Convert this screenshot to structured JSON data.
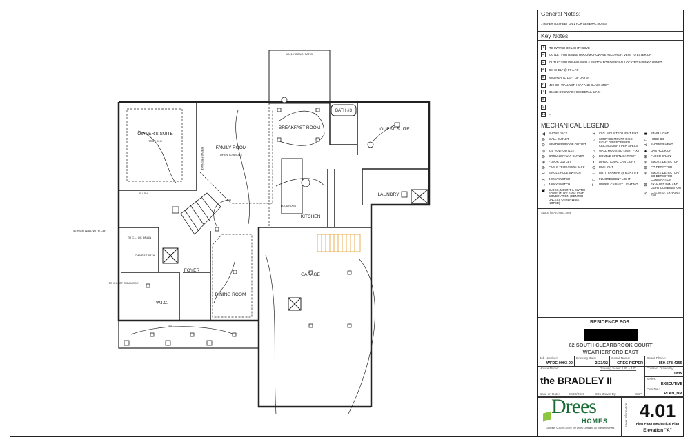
{
  "general_notes": {
    "title": "General Notes:",
    "items": [
      "1 REFER TO SHEET GN 1 FOR GENERAL NOTES"
    ]
  },
  "key_notes": {
    "title": "Key Notes:",
    "items": [
      {
        "n": "1",
        "text": "TO SWITCH OR LIGHT ABOVE"
      },
      {
        "n": "2",
        "text": "OUTLET FOR RANGE HOOD/MICROWAVE HELD HIGH. VENT TO EXTERIOR"
      },
      {
        "n": "3",
        "text": "OUTLET FOR DISHWASHER & SWITCH FOR DISPOSAL LOCATED IN SINK CABINET"
      },
      {
        "n": "4",
        "text": "5% SHELF @ 57' A.F.F"
      },
      {
        "n": "5",
        "text": "WASHER TO LEFT OF DRYER"
      },
      {
        "n": "6",
        "text": "42 HIGH WALL WITH CAP AND GLASS ATOP"
      },
      {
        "n": "7",
        "text": "36 x 36 DOG WASH SEE DETAIL 5/7.01"
      },
      {
        "n": "8",
        "text": ""
      },
      {
        "n": "9",
        "text": ""
      },
      {
        "n": "10",
        "text": "--"
      }
    ]
  },
  "legend": {
    "title": "MECHANICAL LEGEND",
    "col1": [
      {
        "icon": "◀",
        "text": "PHONE JACK"
      },
      {
        "icon": "⊖",
        "text": "WALL OUTLET"
      },
      {
        "icon": "⊖",
        "text": "WEATHERPROOF OUTLET"
      },
      {
        "icon": "⊜",
        "text": "220 VOLT OUTLET"
      },
      {
        "icon": "⊖",
        "text": "GROUND FAULT OUTLET"
      },
      {
        "icon": "⊕",
        "text": "FLOOR OUTLET"
      },
      {
        "icon": "⊚",
        "text": "CABLE TELEVISION JACK"
      },
      {
        "icon": "⤙",
        "text": "SINGLE POLE SWITCH"
      },
      {
        "icon": "⤙",
        "text": "3-WAY SWITCH"
      },
      {
        "icon": "⤙",
        "text": "4-WAY SWITCH"
      },
      {
        "icon": "▣",
        "text": "BLOCK, MOUNT & SWITCH FOR FUTURE FAN/LIGHT COMBINATION (CENTER UNLESS OTHERWISE NOTED)"
      }
    ],
    "col2": [
      {
        "icon": "⌗",
        "text": "CLG. MOUNTED LIGHT FIXT"
      },
      {
        "icon": "○",
        "text": "SURFACE MOUNT DISC LIGHT OR RECESSED CEILING LIGHT PER SPECS"
      },
      {
        "icon": "○",
        "text": "WALL MOUNTED LIGHT FIXT"
      },
      {
        "icon": "⊹",
        "text": "DOUBLE SPOTLIGHT FIXT"
      },
      {
        "icon": "◐",
        "text": "DIRECTIONAL CAN LIGHT"
      },
      {
        "icon": "⊙",
        "text": "PIN LIGHT"
      },
      {
        "icon": "⊣",
        "text": "WALL SCONCE @ 5'-6\" A.F.F"
      },
      {
        "icon": "▭",
        "text": "FLUORESCENT LIGHT"
      },
      {
        "icon": "⟝",
        "text": "UNDER CABINET LIGHTING"
      }
    ],
    "col3": [
      {
        "icon": "■",
        "text": "STAIR LIGHT"
      },
      {
        "icon": "←",
        "text": "HOSE BIB"
      },
      {
        "icon": "⊲",
        "text": "SHOWER HEAD"
      },
      {
        "icon": "●",
        "text": "GAS HOOK UP"
      },
      {
        "icon": "⊕",
        "text": "FLOOR DRAIN"
      },
      {
        "icon": "⊛",
        "text": "SMOKE DETECTOR"
      },
      {
        "icon": "⊛",
        "text": "CO DETECTOR"
      },
      {
        "icon": "⊛",
        "text": "SMOKE DETECTOR/ CO DETECTOR COMBINATION"
      },
      {
        "icon": "⊠",
        "text": "EXHAUST FAN AND LIGHT COMBINATION"
      },
      {
        "icon": "⊘",
        "text": "CLG. MTD. EXHAUST FAN"
      }
    ]
  },
  "seal_label": "Space for Architect Seal",
  "title_block": {
    "residence_for": "RESIDENCE FOR:",
    "address": "62 SOUTH CLEARBROOK COURT",
    "community": "WEATHERFORD EAST",
    "job_number_label": "Job Number:",
    "job_number": "WFDE-0093-00",
    "drawing_date_label": "Drawing Date:",
    "drawing_date": "3/23/22",
    "coord_name_label": "Coord Name:",
    "coord_name": "GREG PIEPER",
    "coord_phone_label": "Coord Phone:",
    "coord_phone": "859-578-4355",
    "house_name_label": "House Name:",
    "scale_label": "Drawing Scale: 1/8\" = 1'0\"",
    "house_name": "the BRADLEY II",
    "contract_drawn_label": "Contract Drawn By:",
    "contract_drawn": "DWW",
    "series_label": "Series:",
    "series": "EXECUTIVE",
    "plan_no_label": "Plan No.:",
    "plan_no": "PLAN_NM",
    "base_date_label": "Base on Date:",
    "base_date": "02/28/2019",
    "cds_drawn_label": "CDs Drawn By:",
    "cds_drawn": "SSP",
    "logo_main": "Drees",
    "logo_sub": "HOMES",
    "copyright": "Copyright © 2019 | 2019 | The Drees Company. All Rights Reserved.",
    "sheet_info": "Sheet Information",
    "sheet_number": "4.01",
    "sheet_title": "First Floor Mechanical Plan",
    "elevation": "Elevation \"A\""
  },
  "plan": {
    "rooms": {
      "patio": "12x10' CONC. PATIO",
      "owners_suite": "OWNER'S SUITE",
      "tray": "TRAY CLG",
      "family_room": "FAMILY ROOM",
      "open_above": "OPEN TO ABOVE",
      "breakfast": "BREAKFAST ROOM",
      "bath3": "BATH #3",
      "guest_suite": "GUEST SUITE",
      "kitchen": "KITCHEN",
      "laundry": "LAUNDRY",
      "garage": "GARAGE",
      "foyer": "FOYER",
      "dining": "DINING ROOM",
      "wic": "W.I.C.",
      "owners_bath": "OWNER'S BATH",
      "fireplace": "PREFAB FIREPLACE"
    },
    "annotations": {
      "wall_cap": "42 HIGH WALL WITH CAP",
      "oc_drain": "TO C.L. OC DRAIN",
      "commode": "TO C.L. OF COMMODE",
      "wp": "WP",
      "flush": "FLUSH",
      "hood": "HOOD ROWS"
    }
  }
}
